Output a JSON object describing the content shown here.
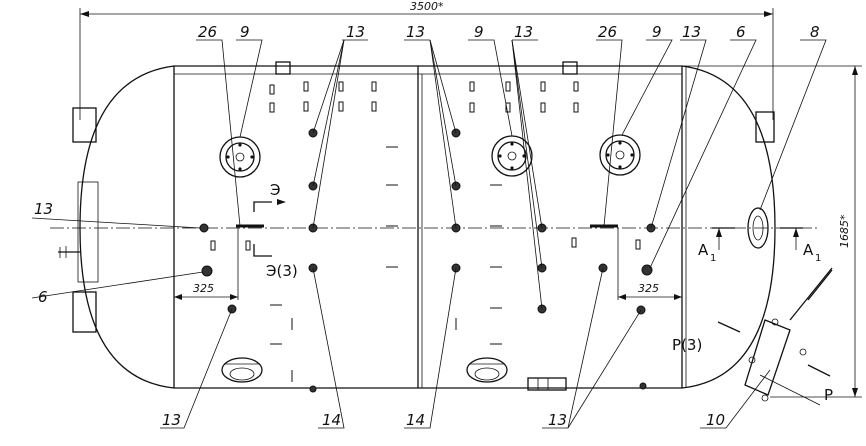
{
  "dimensions": {
    "overall_length": "3500*",
    "overall_height": "1685*",
    "offset_left": "325",
    "offset_right": "325"
  },
  "callouts": {
    "c26_left": "26",
    "c9_left": "9",
    "c13_top_left": "13",
    "c13_top_mid": "13",
    "c9_mid": "9",
    "c13_top_mid2": "13",
    "c26_right": "26",
    "c9_right": "9",
    "c13_top_right": "13",
    "c6_top_right": "6",
    "c8": "8",
    "c13_left": "13",
    "c6_left": "6",
    "c13_bottom_left": "13",
    "c14_left": "14",
    "c14_mid": "14",
    "c13_bottom_right": "13",
    "c10": "10"
  },
  "sections": {
    "e_label": "Э",
    "e3_label": "Э(3)",
    "a_main": "A",
    "a_sub": "1",
    "p3_label": "P(3)",
    "p_label": "P"
  },
  "style": {
    "line_color": "#111111",
    "background": "#ffffff"
  }
}
